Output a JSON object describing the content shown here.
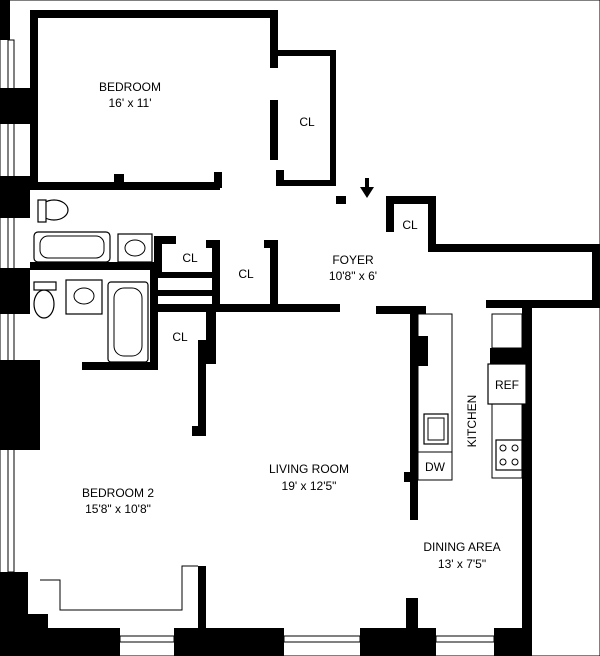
{
  "rooms": {
    "bedroom": {
      "name": "BEDROOM",
      "dims": "16' x 11'"
    },
    "bedroom2": {
      "name": "BEDROOM 2",
      "dims": "15'8\" x 10'8\""
    },
    "foyer": {
      "name": "FOYER",
      "dims": "10'8\" x 6'"
    },
    "living": {
      "name": "LIVING ROOM",
      "dims": "19' x 12'5\""
    },
    "dining": {
      "name": "DINING AREA",
      "dims": "13' x 7'5\""
    },
    "kitchen": {
      "name": "KITCHEN"
    }
  },
  "closets": [
    "CL",
    "CL",
    "CL",
    "CL",
    "CL"
  ],
  "appliances": {
    "refrigerator": "REF",
    "dishwasher": "DW"
  },
  "colors": {
    "wall": "#000000",
    "background": "#ffffff"
  }
}
